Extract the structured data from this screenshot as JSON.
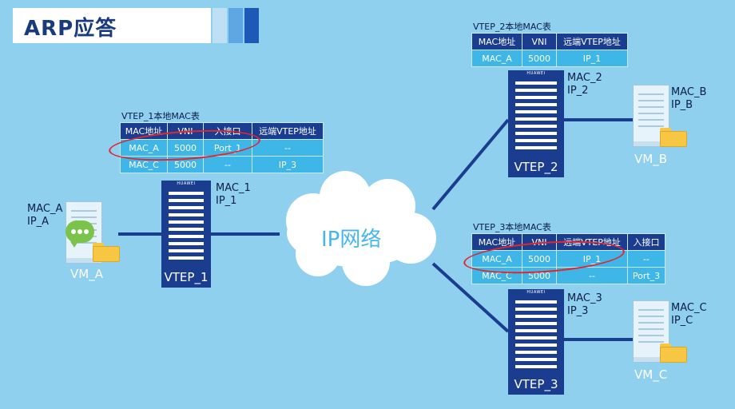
{
  "title": "ARP应答",
  "colors": {
    "background": "#8fd0ef",
    "header_navy": "#1b3d90",
    "cell_blue": "#3eb6e7",
    "highlight_red": "#e2262d",
    "link": "#1b3d90"
  },
  "cloud": {
    "label": "IP网络",
    "icon": "cloud-icon"
  },
  "vteps": {
    "vtep1": {
      "label": "VTEP_1",
      "mac": "MAC_1",
      "ip": "IP_1",
      "brand": "HUAWEI"
    },
    "vtep2": {
      "label": "VTEP_2",
      "mac": "MAC_2",
      "ip": "IP_2",
      "brand": "HUAWEI"
    },
    "vtep3": {
      "label": "VTEP_3",
      "mac": "MAC_3",
      "ip": "IP_3",
      "brand": "HUAWEI"
    }
  },
  "vms": {
    "vm_a": {
      "label": "VM_A",
      "mac": "MAC_A",
      "ip": "IP_A",
      "icons": [
        "server-icon",
        "chat-bubble-icon",
        "folder-icon"
      ]
    },
    "vm_b": {
      "label": "VM_B",
      "mac": "MAC_B",
      "ip": "IP_B",
      "icons": [
        "server-icon",
        "folder-icon"
      ]
    },
    "vm_c": {
      "label": "VM_C",
      "mac": "MAC_C",
      "ip": "IP_C",
      "icons": [
        "server-icon",
        "folder-icon"
      ]
    }
  },
  "tables": {
    "vtep1": {
      "caption": "VTEP_1本地MAC表",
      "headers": [
        "MAC地址",
        "VNI",
        "入接口",
        "远端VTEP地址"
      ],
      "rows": [
        [
          "MAC_A",
          "5000",
          "Port_1",
          "--"
        ],
        [
          "MAC_C",
          "5000",
          "--",
          "IP_3"
        ]
      ],
      "highlighted_row": 0
    },
    "vtep2": {
      "caption": "VTEP_2本地MAC表",
      "headers": [
        "MAC地址",
        "VNI",
        "远端VTEP地址"
      ],
      "rows": [
        [
          "MAC_A",
          "5000",
          "IP_1"
        ]
      ]
    },
    "vtep3": {
      "caption": "VTEP_3本地MAC表",
      "headers": [
        "MAC地址",
        "VNI",
        "远端VTEP地址",
        "入接口"
      ],
      "rows": [
        [
          "MAC_A",
          "5000",
          "IP_1",
          "--"
        ],
        [
          "MAC_C",
          "5000",
          "--",
          "Port_3"
        ]
      ],
      "highlighted_row": 0
    }
  }
}
